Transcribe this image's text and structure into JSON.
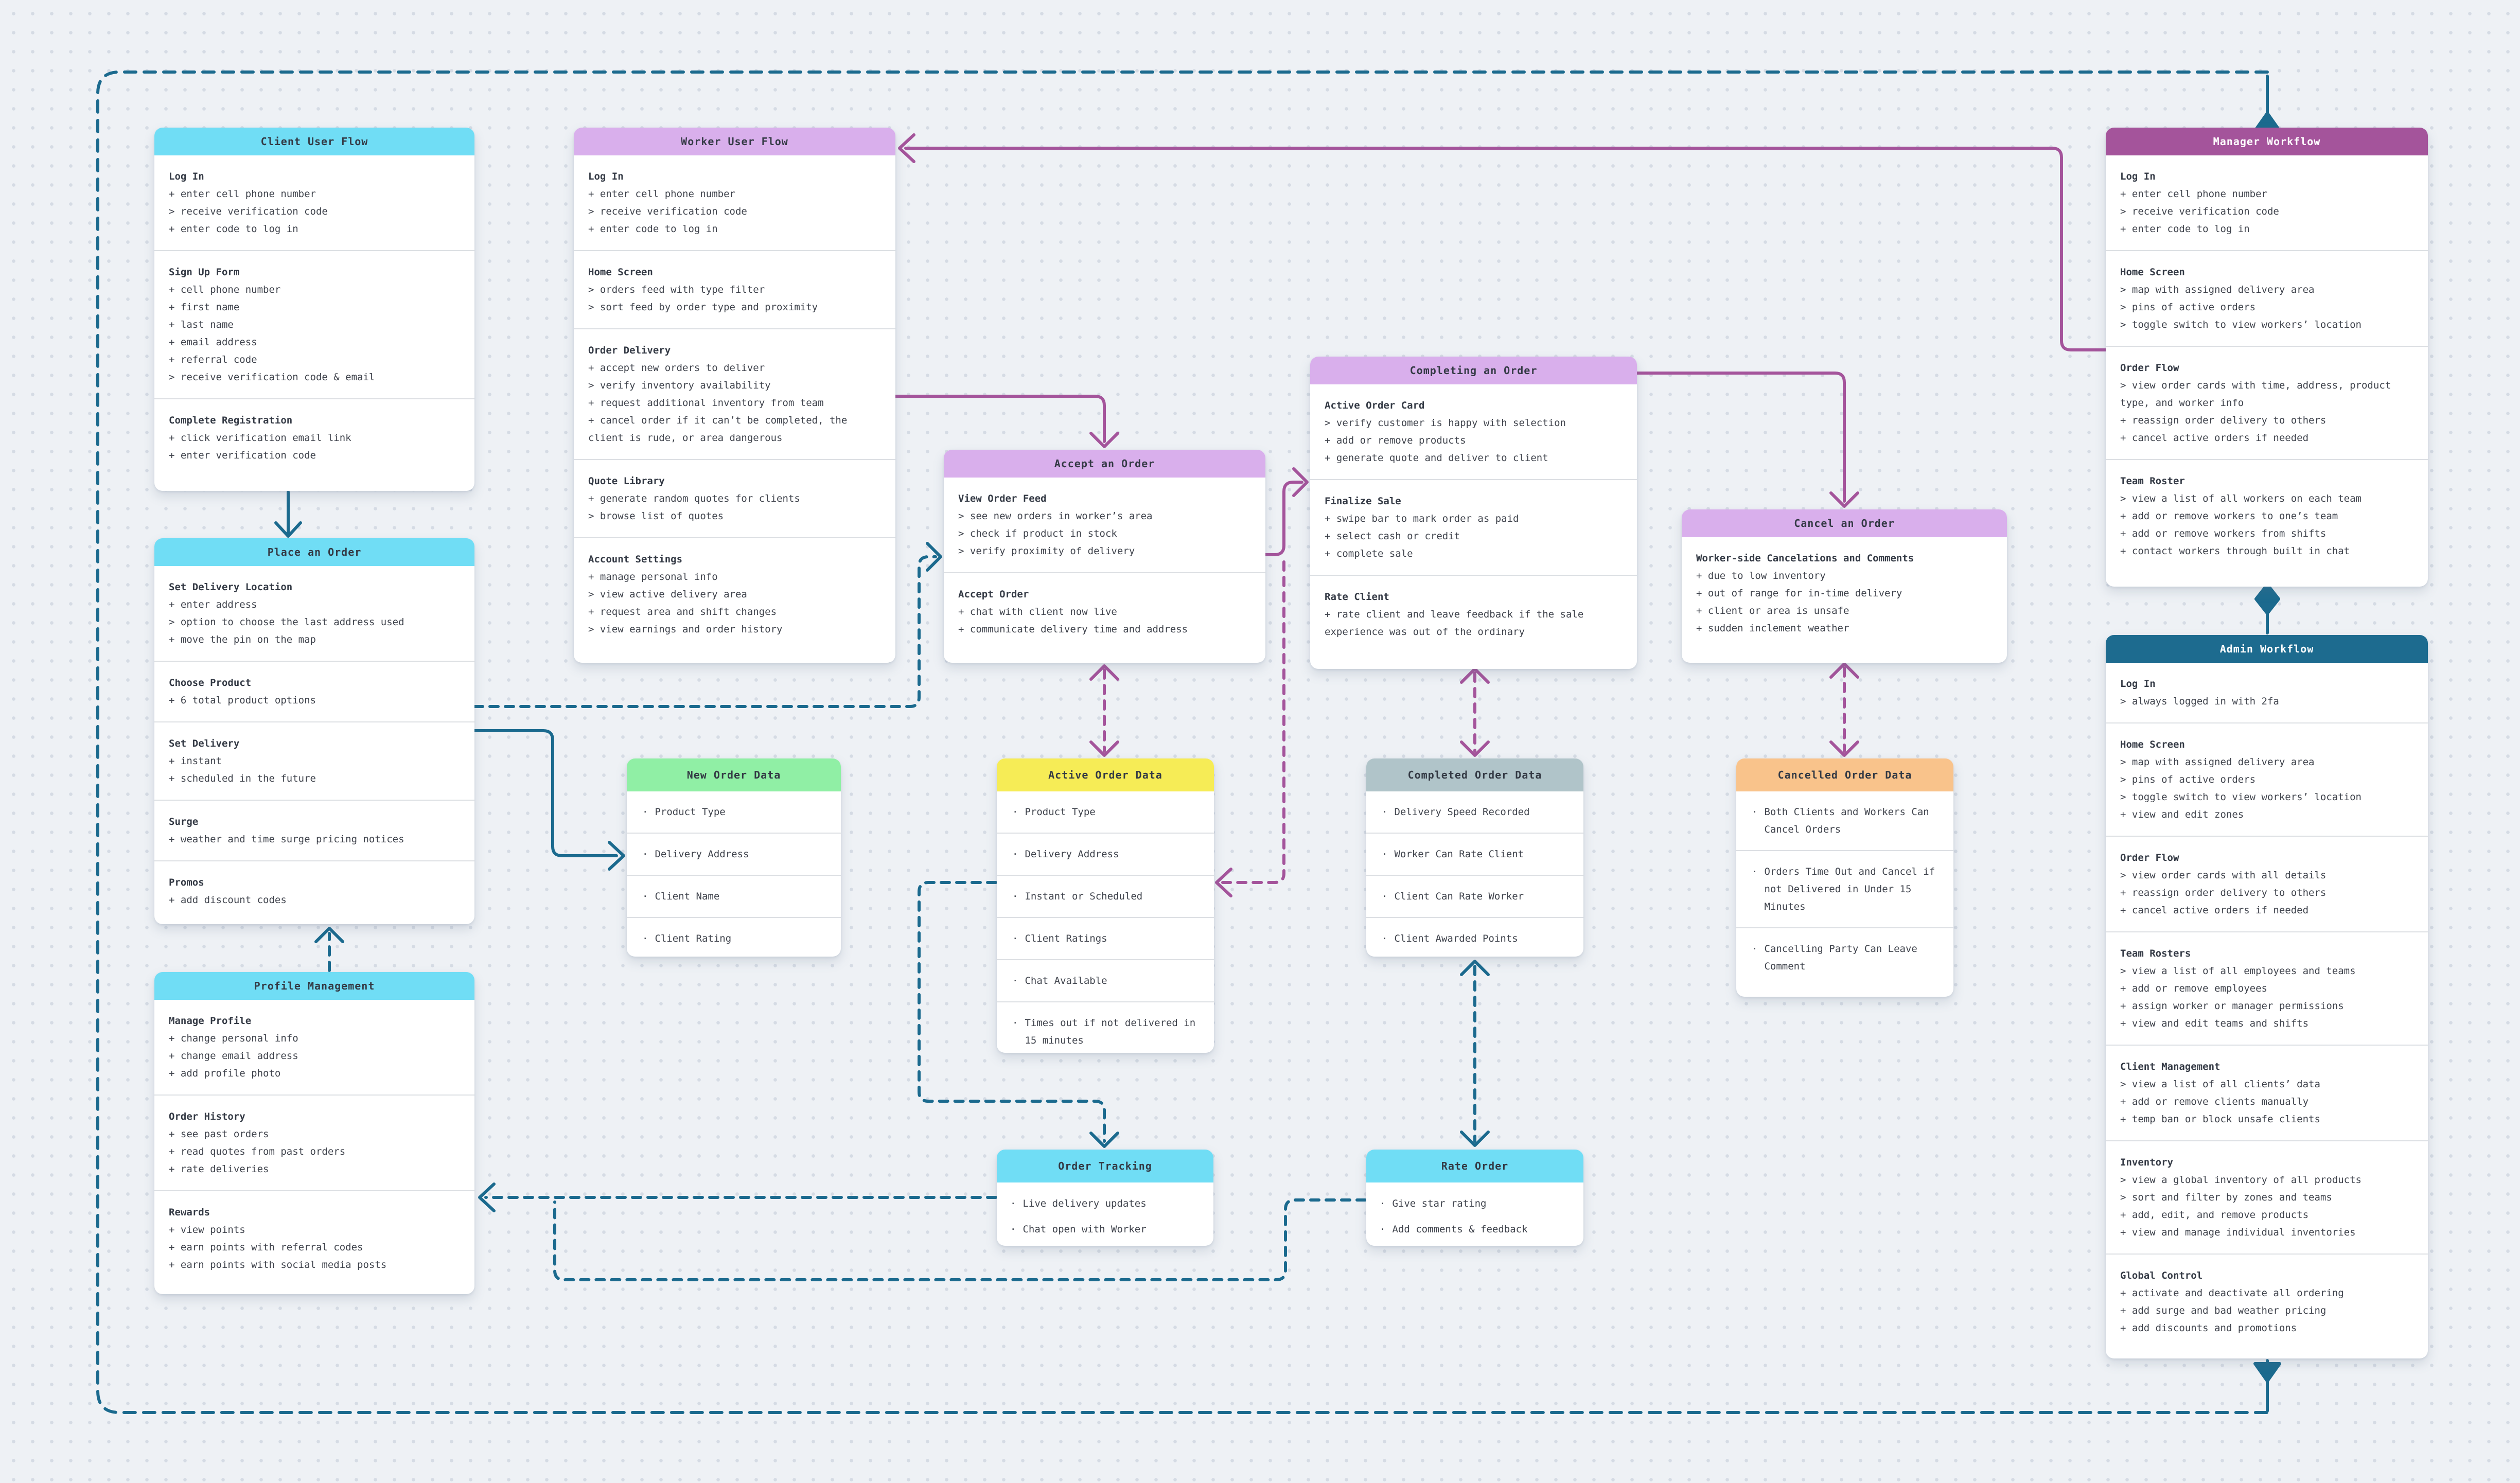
{
  "colors": {
    "canvas_background": "#eef1f5",
    "dot_grid": "#d5dbe4",
    "card_background": "#ffffff",
    "divider": "#dcdfe3",
    "text": "#3f434c",
    "cyan_header": "#70ddf5",
    "light_purple_header": "#d9afec",
    "magenta_header": "#a4549b",
    "dark_teal_header": "#1d6b8f",
    "green_header": "#90efa5",
    "yellow_header": "#f6ec56",
    "gray_header": "#b0c4c9",
    "orange_header": "#f9c38b",
    "teal_connector": "#1b6a8e",
    "purple_connector": "#a4549b"
  },
  "cards": {
    "client": {
      "title": "Client User Flow",
      "sections": [
        {
          "heading": "Log In",
          "lines": [
            "+ enter cell phone number",
            "> receive verification code",
            "+ enter code to log in"
          ]
        },
        {
          "heading": "Sign Up Form",
          "lines": [
            "+ cell phone number",
            "+ first name",
            "+ last name",
            "+ email address",
            "+ referral code",
            "> receive verification code & email"
          ]
        },
        {
          "heading": "Complete Registration",
          "lines": [
            "+ click verification email link",
            "+ enter verification code"
          ]
        }
      ]
    },
    "place": {
      "title": "Place an Order",
      "sections": [
        {
          "heading": "Set Delivery Location",
          "lines": [
            "+ enter address",
            "> option to choose the last address used",
            "+ move the pin on the map"
          ]
        },
        {
          "heading": "Choose Product",
          "lines": [
            "+ 6 total product options"
          ]
        },
        {
          "heading": "Set Delivery",
          "lines": [
            "+ instant",
            "+ scheduled in the future"
          ]
        },
        {
          "heading": "Surge",
          "lines": [
            "+ weather and time surge pricing notices"
          ]
        },
        {
          "heading": "Promos",
          "lines": [
            "+ add discount codes"
          ]
        }
      ]
    },
    "profile": {
      "title": "Profile Management",
      "sections": [
        {
          "heading": "Manage Profile",
          "lines": [
            "+ change personal info",
            "+ change email address",
            "+ add profile photo"
          ]
        },
        {
          "heading": "Order History",
          "lines": [
            "+ see past orders",
            "+ read quotes from past orders",
            "+ rate deliveries"
          ]
        },
        {
          "heading": "Rewards",
          "lines": [
            "+ view points",
            "+ earn points with referral codes",
            "+ earn points with social media posts"
          ]
        }
      ]
    },
    "worker": {
      "title": "Worker User Flow",
      "sections": [
        {
          "heading": "Log In",
          "lines": [
            "+ enter cell phone number",
            "> receive verification code",
            "+ enter code to log in"
          ]
        },
        {
          "heading": "Home Screen",
          "lines": [
            "> orders feed with type filter",
            "> sort feed by order type and proximity"
          ]
        },
        {
          "heading": "Order Delivery",
          "lines": [
            "+ accept new orders to deliver",
            "> verify inventory availability",
            "+ request additional inventory from team",
            "+ cancel order if it can’t be completed, the client is rude, or area dangerous"
          ]
        },
        {
          "heading": "Quote Library",
          "lines": [
            "+ generate random quotes for clients",
            "> browse list of quotes"
          ]
        },
        {
          "heading": "Account Settings",
          "lines": [
            "+ manage personal info",
            "> view active delivery area",
            "+ request area and shift changes",
            "> view earnings and order history"
          ]
        }
      ]
    },
    "accept": {
      "title": "Accept an Order",
      "sections": [
        {
          "heading": "View Order Feed",
          "lines": [
            "> see new orders in worker’s area",
            "> check if product in stock",
            "> verify proximity of delivery"
          ]
        },
        {
          "heading": "Accept Order",
          "lines": [
            "+ chat with client now live",
            "+ communicate delivery time and address"
          ]
        }
      ]
    },
    "completing": {
      "title": "Completing an Order",
      "sections": [
        {
          "heading": "Active Order Card",
          "lines": [
            "> verify customer is happy with selection",
            "+ add or remove products",
            "+ generate quote and deliver to client"
          ]
        },
        {
          "heading": "Finalize Sale",
          "lines": [
            "+ swipe bar to mark order as paid",
            "+ select cash or credit",
            "+ complete sale"
          ]
        },
        {
          "heading": "Rate Client",
          "lines": [
            "+ rate client and leave feedback if the sale experience was out of the ordinary"
          ]
        }
      ]
    },
    "cancel": {
      "title": "Cancel an Order",
      "sections": [
        {
          "heading": "Worker-side Cancelations and Comments",
          "lines": [
            "+ due to low inventory",
            "+ out of range for in-time delivery",
            "+ client or area is unsafe",
            "+ sudden inclement weather"
          ]
        }
      ]
    },
    "manager": {
      "title": "Manager Workflow",
      "sections": [
        {
          "heading": "Log In",
          "lines": [
            "+ enter cell phone number",
            "> receive verification code",
            "+ enter code to log in"
          ]
        },
        {
          "heading": "Home Screen",
          "lines": [
            "> map with assigned delivery area",
            "> pins of active orders",
            "> toggle switch to view workers’ location"
          ]
        },
        {
          "heading": "Order Flow",
          "lines": [
            "> view order cards with time, address, product type, and worker info",
            "+ reassign order delivery to others",
            "+ cancel active orders if needed"
          ]
        },
        {
          "heading": "Team Roster",
          "lines": [
            "> view a list of all workers on each team",
            "+ add or remove workers to one’s team",
            "+ add or remove workers from shifts",
            "+ contact workers through built in chat"
          ]
        }
      ]
    },
    "admin": {
      "title": "Admin Workflow",
      "sections": [
        {
          "heading": "Log In",
          "lines": [
            "> always logged in with 2fa"
          ]
        },
        {
          "heading": "Home Screen",
          "lines": [
            "> map with assigned delivery area",
            "> pins of active orders",
            "> toggle switch to view workers’ location",
            "+ view and edit zones"
          ]
        },
        {
          "heading": "Order Flow",
          "lines": [
            "> view order cards with all details",
            "+ reassign order delivery to others",
            "+ cancel active orders if needed"
          ]
        },
        {
          "heading": "Team Rosters",
          "lines": [
            "> view a list of all employees and teams",
            "+ add or remove employees",
            "+ assign worker or manager permissions",
            "+ view and edit teams and shifts"
          ]
        },
        {
          "heading": "Client Management",
          "lines": [
            "> view a list of all clients’ data",
            "+ add or remove clients manually",
            "+ temp ban or block unsafe clients"
          ]
        },
        {
          "heading": "Inventory",
          "lines": [
            "> view a global inventory of all products",
            "> sort and filter by zones and teams",
            "+ add, edit, and remove products",
            "+ view and manage individual inventories"
          ]
        },
        {
          "heading": "Global Control",
          "lines": [
            "+ activate and deactivate all ordering",
            "+ add surge and bad weather pricing",
            "+ add discounts and promotions"
          ]
        }
      ]
    },
    "new_order": {
      "title": "New Order Data",
      "items": [
        "Product Type",
        "Delivery Address",
        "Client Name",
        "Client Rating"
      ]
    },
    "active_order": {
      "title": "Active Order Data",
      "items": [
        "Product Type",
        "Delivery Address",
        "Instant or Scheduled",
        "Client Ratings",
        "Chat Available",
        "Times out if not delivered in 15 minutes"
      ]
    },
    "completed_order": {
      "title": "Completed Order Data",
      "items": [
        "Delivery Speed Recorded",
        "Worker Can Rate Client",
        "Client Can Rate Worker",
        "Client Awarded Points"
      ]
    },
    "cancelled_order": {
      "title": "Cancelled Order Data",
      "items": [
        "Both Clients and Workers Can Cancel Orders",
        "Orders Time Out and Cancel if not Delivered in Under 15 Minutes",
        "Cancelling Party Can Leave Comment"
      ]
    },
    "order_tracking": {
      "title": "Order Tracking",
      "items": [
        "Live delivery updates",
        "Chat open with Worker"
      ]
    },
    "rate_order": {
      "title": "Rate Order",
      "items": [
        "Give star rating",
        "Add comments & feedback"
      ]
    }
  }
}
